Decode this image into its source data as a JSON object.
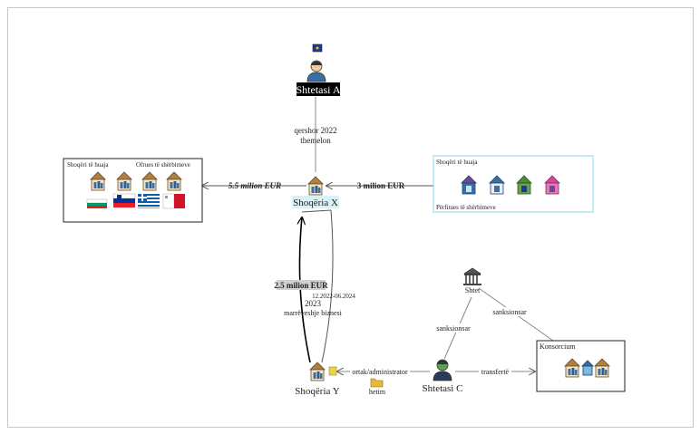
{
  "colors": {
    "house_roof": "#b08040",
    "house_body": "#f3e6c8",
    "building_blue": "#3a6ea5",
    "building_green": "#4a8a3a",
    "building_purple": "#6a4a9a",
    "building_pink": "#d04a9a",
    "cyan_box": "#9edbe6",
    "cyan_label": "#d9f2f7",
    "person_skin": "#f1c9a0",
    "person_green": "#4b8a3a"
  },
  "nodes": {
    "shtetasi_a": "Shtetasi A",
    "shoqeria_x": "Shoqëria X",
    "shoqeria_y": "Shoqëria Y",
    "shtetasi_c": "Shtetasi C",
    "shtet": "Shtet"
  },
  "left_box": {
    "label_foreign": "Shoqëri të huaja",
    "label_services": "Ofrues të shërbimeve"
  },
  "right_box": {
    "label_foreign": "Shoqëri të huaja",
    "label_beneficiaries": "Përfitues të shërbimeve"
  },
  "consortium_box": {
    "label": "Konsorcium"
  },
  "edges": {
    "a_to_x_line1": "qershor 2022",
    "a_to_x_line2": "themelon",
    "x_to_left": "5.5 milion EUR",
    "right_to_x": "3 milion EUR",
    "y_to_x_amount": "2.5 milion EUR",
    "y_to_x_date": "12.2022-06.2024",
    "y_x_year": "2023",
    "y_x_relation": "marrëveshje biznesi",
    "c_to_y": "ortak/administrator",
    "hetim": "hetim",
    "c_to_consortium": "transfertë",
    "shtet_to_c": "sanksionsar",
    "shtet_to_consortium": "sanksionsar"
  }
}
